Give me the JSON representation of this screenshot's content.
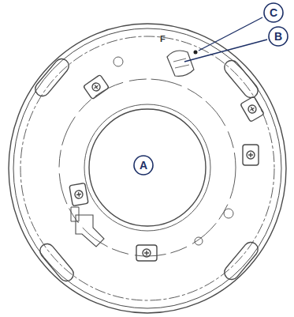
{
  "diagram": {
    "nodes": [
      {
        "text": [
          "C"
        ]
      },
      {
        "text": [
          "B"
        ]
      },
      {
        "text": [
          "A"
        ]
      }
    ],
    "labels": [
      "F"
    ]
  }
}
